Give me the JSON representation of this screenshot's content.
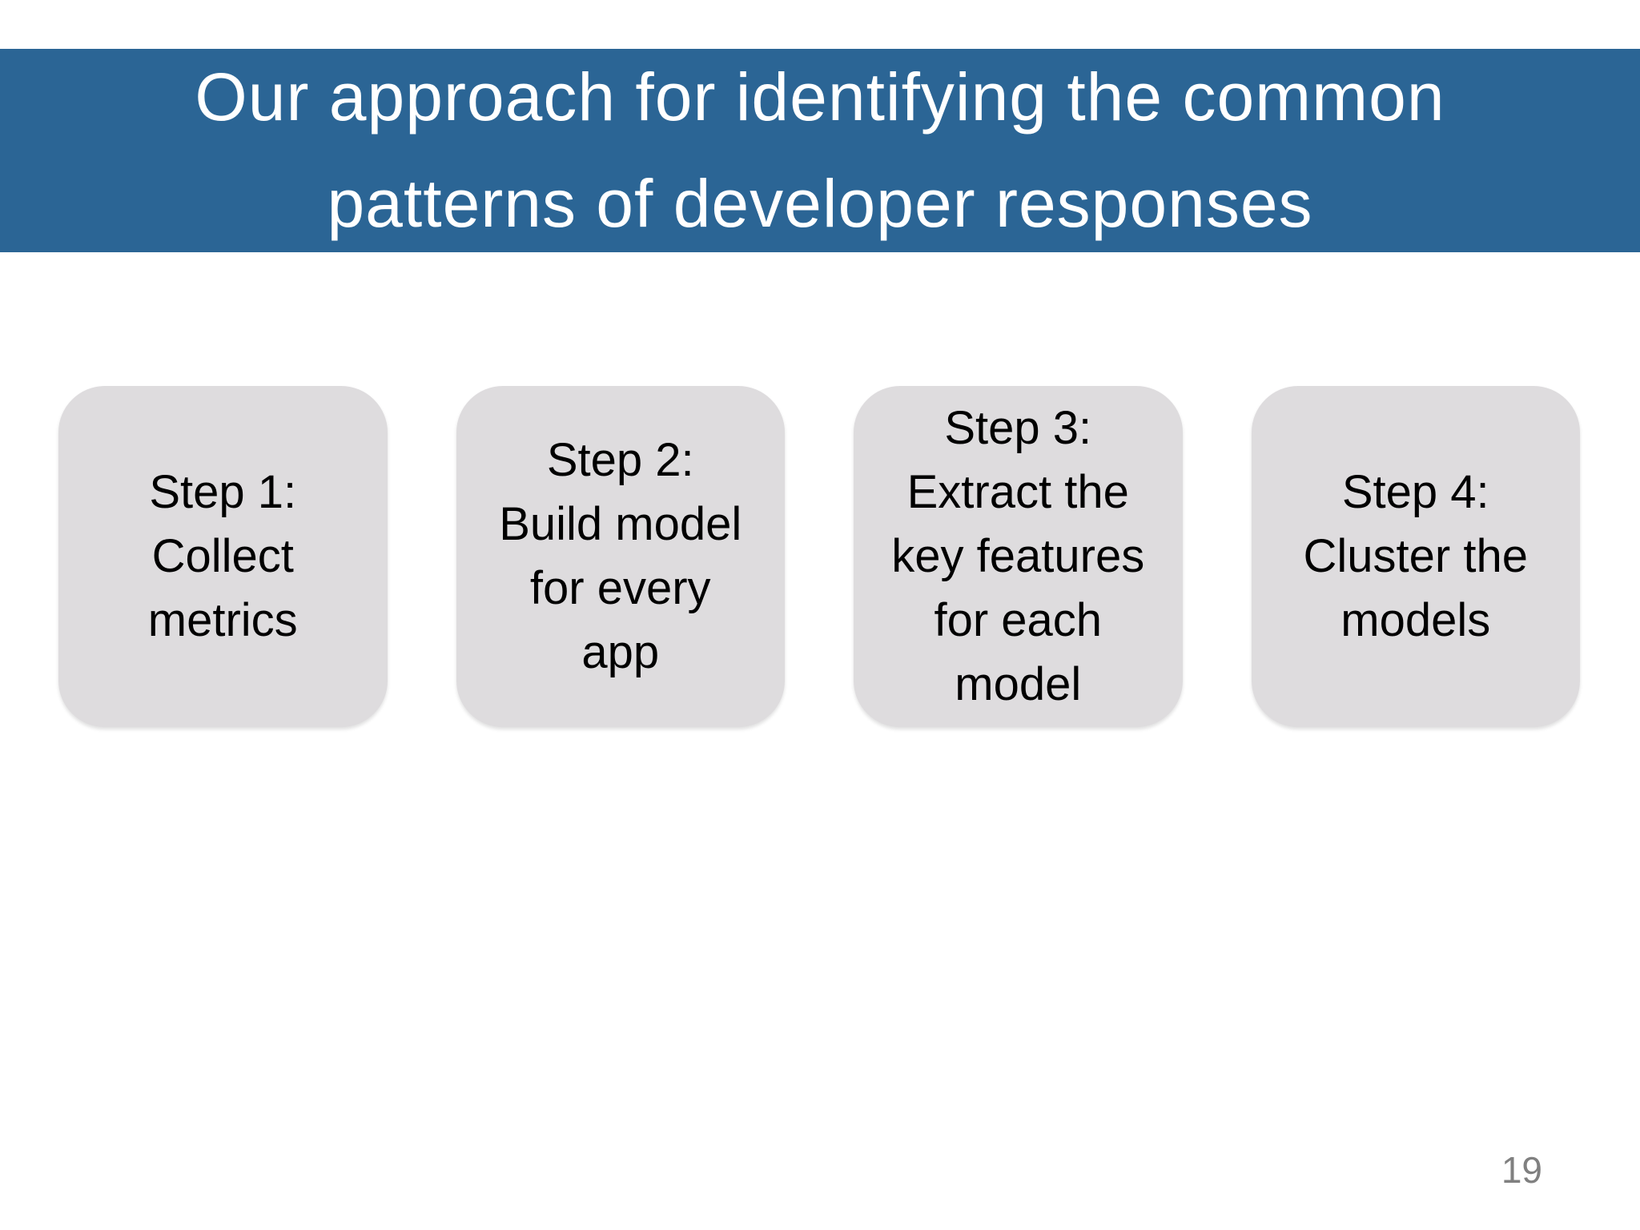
{
  "slide": {
    "title": "Our approach for identifying the common\npatterns of developer responses",
    "page_number": "19"
  },
  "steps": [
    {
      "label": "Step 1:\nCollect\nmetrics"
    },
    {
      "label": "Step 2:\nBuild model\nfor every\napp"
    },
    {
      "label": "Step 3:\nExtract the\nkey features\nfor each\nmodel"
    },
    {
      "label": "Step 4:\nCluster the\nmodels"
    }
  ],
  "colors": {
    "header_bg": "#2b6595",
    "header_text": "#ffffff",
    "box_bg": "#dedcde",
    "box_text": "#000000",
    "page_number_text": "#808080"
  }
}
